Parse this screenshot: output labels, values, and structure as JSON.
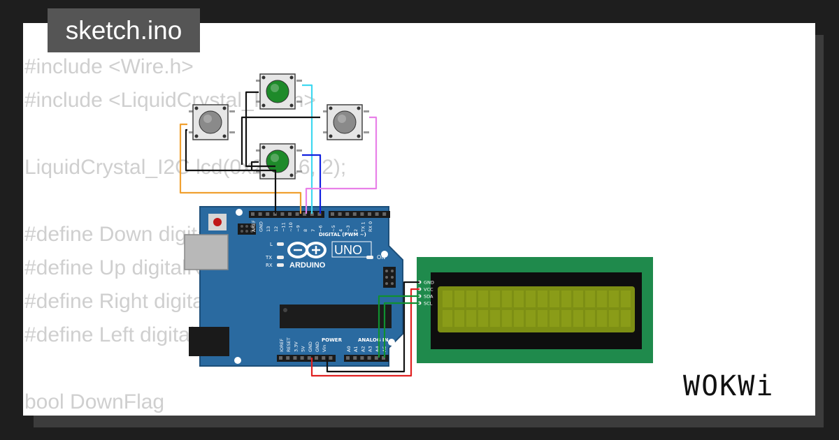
{
  "editor": {
    "file_tab": "sketch.ino",
    "code_lines": [
      "#include <Wire.h>",
      "#include <LiquidCrystal_I2C.h>",
      "",
      "LiquidCrystal_I2C lcd(0x27, 16, 2);",
      "",
      "#define Down digitalRead(8)",
      "#define Up digitalRead(9)",
      "#define Right digitalRead(10)",
      "#define Left digitalRead(11)",
      "",
      "bool DownFlag"
    ]
  },
  "arduino": {
    "model": "UNO",
    "brand": "ARDUINO",
    "digital_label": "DIGITAL (PWM ~)",
    "power_label": "POWER",
    "analog_label": "ANALOG IN",
    "on_label": "ON",
    "l_label": "L",
    "tx_label": "TX",
    "rx_label": "RX",
    "top_pins": [
      "AREF",
      "GND",
      "13",
      "12",
      "~11",
      "~10",
      "~9",
      "8",
      "7",
      "~6",
      "~5",
      "4",
      "~3",
      "2",
      "TX 1",
      "RX 0"
    ],
    "bottom_pins": [
      "IOREF",
      "RESET",
      "3.3V",
      "5V",
      "GND",
      "GND",
      "Vin",
      "A0",
      "A1",
      "A2",
      "A3",
      "A4",
      "A5"
    ]
  },
  "lcd": {
    "pins": [
      "GND",
      "VCC",
      "SDA",
      "SCL"
    ]
  },
  "logo": "WOKWi",
  "colors": {
    "board": "#2a6aa0",
    "lcd_pcb": "#1f8a4c",
    "lcd_screen": "#7d8f14",
    "button_green": "#1e8a2a",
    "button_gray": "#8a8a8a",
    "wire_orange": "#f0a030",
    "wire_cyan": "#40d8f0",
    "wire_blue": "#1020e0",
    "wire_pink": "#e880e8",
    "wire_red": "#e02020",
    "wire_green": "#109030",
    "wire_black": "#111111"
  }
}
